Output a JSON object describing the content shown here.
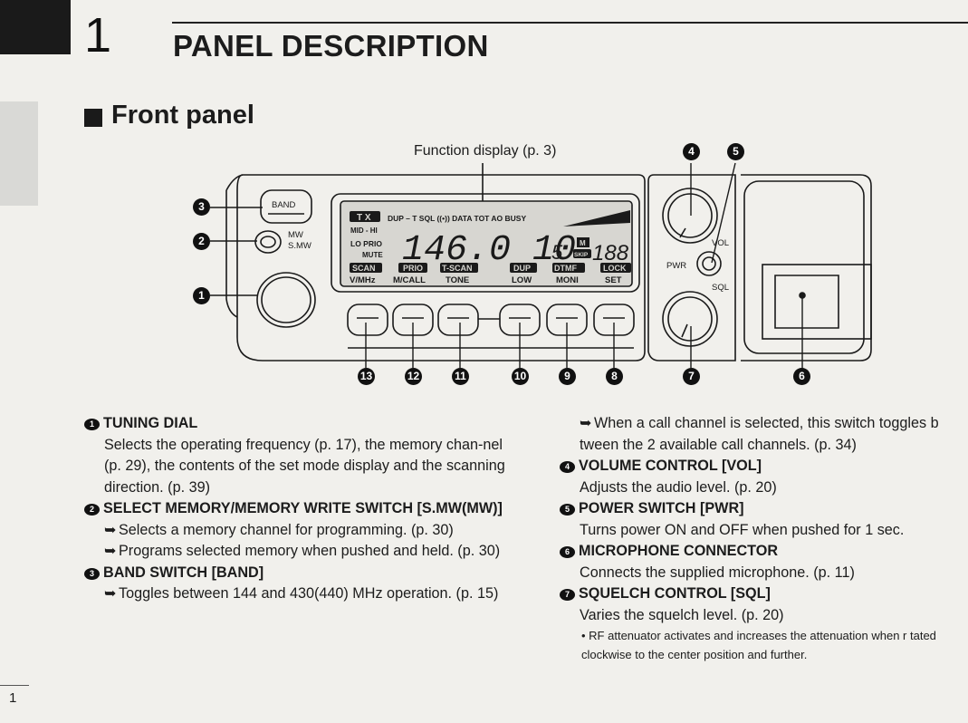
{
  "chapter": {
    "number": "1",
    "title": "PANEL DESCRIPTION"
  },
  "section": {
    "title": "Front panel"
  },
  "diagram": {
    "function_display_label": "Function display (p. 3)",
    "lcd": {
      "line1": "DUP – T SQL ((•)) DATA TOT AO BUSY",
      "tx": "T X",
      "midhi": "MID - HI",
      "lo": "LO PRIO",
      "mute": "MUTE",
      "freq": "146.0 10",
      "five": "5",
      "m": "M",
      "skip": "SKIP",
      "ch": "188",
      "row_labels": [
        "SCAN",
        "PRIO",
        "T-SCAN",
        "DUP",
        "DTMF",
        "LOCK"
      ],
      "row_sub": [
        "V/MHz",
        "M/CALL",
        "TONE",
        "LOW",
        "MONI",
        "SET"
      ]
    },
    "band_label": "BAND",
    "mw_label": "MW",
    "smw_label": "S.MW",
    "vol_label": "VOL",
    "pwr_label": "PWR",
    "sql_label": "SQL",
    "callouts": [
      "1",
      "2",
      "3",
      "4",
      "5",
      "6",
      "7",
      "8",
      "9",
      "10",
      "11",
      "12",
      "13"
    ]
  },
  "left_column": {
    "item1": {
      "num": "1",
      "title": "TUNING DIAL",
      "desc": "Selects the operating frequency (p. 17), the memory chan-nel (p. 29), the contents of the set mode display and the scanning direction. (p. 39)"
    },
    "item2": {
      "num": "2",
      "title": "SELECT MEMORY/MEMORY WRITE SWITCH [S.MW(MW)]",
      "b1": "Selects a memory channel for programming. (p. 30)",
      "b2": "Programs selected memory when pushed and held. (p. 30)"
    },
    "item3": {
      "num": "3",
      "title": "BAND SWITCH [BAND]",
      "b1": "Toggles between 144 and 430(440) MHz operation. (p. 15)"
    }
  },
  "right_column": {
    "item3_cont": "When a call channel is selected, this switch toggles b tween the 2 available call channels. (p. 34)",
    "item4": {
      "num": "4",
      "title": "VOLUME CONTROL [VOL]",
      "desc": "Adjusts the audio level. (p. 20)"
    },
    "item5": {
      "num": "5",
      "title": "POWER SWITCH [PWR]",
      "desc": "Turns power ON and OFF when pushed for 1 sec."
    },
    "item6": {
      "num": "6",
      "title": "MICROPHONE CONNECTOR",
      "desc": "Connects the supplied microphone. (p. 11)"
    },
    "item7": {
      "num": "7",
      "title": "SQUELCH CONTROL [SQL]",
      "desc": "Varies the squelch level. (p. 20)",
      "note": "RF attenuator activates and increases the attenuation when r tated clockwise to the center position and further."
    }
  },
  "arrow_glyph": "➥",
  "page_number": "1"
}
